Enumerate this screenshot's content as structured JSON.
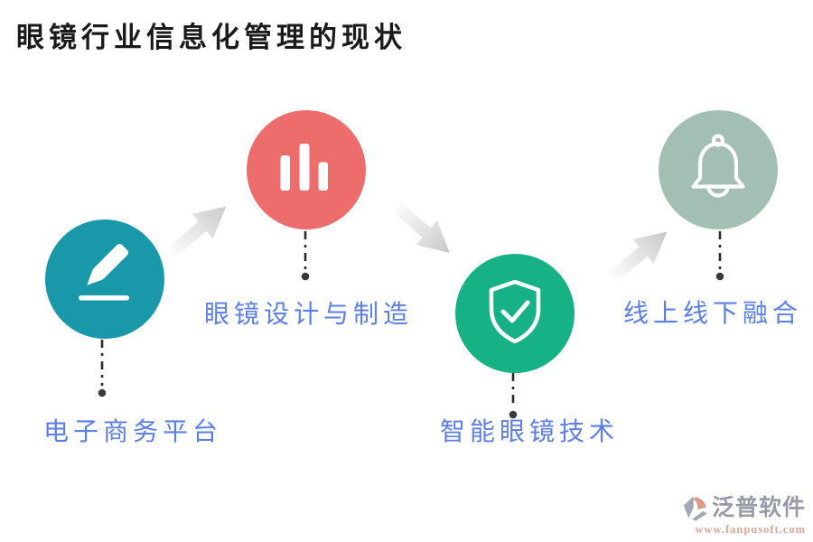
{
  "title": "眼镜行业信息化管理的现状",
  "colors": {
    "title_text": "#1a1a1a",
    "label_blue": "#5b7fe6",
    "node_teal": "#1898a8",
    "node_coral": "#ec6d6c",
    "node_green": "#16b286",
    "node_sage": "#a3bfb4",
    "arrow_gray": "#c7c7c7",
    "connector_dark": "#2b2b2b",
    "dot_dark": "#3a3a3a",
    "watermark_text": "#8e939f",
    "watermark_salmon": "#d6937c",
    "watermark_gray": "#99a1ad",
    "watermark_url": "#db9e8d"
  },
  "steps": [
    {
      "label": "电子商务平台",
      "icon": "pencil-edit-icon",
      "color": "#1898a8"
    },
    {
      "label": "眼镜设计与制造",
      "icon": "bar-chart-icon",
      "color": "#ec6d6c"
    },
    {
      "label": "智能眼镜技术",
      "icon": "shield-check-icon",
      "color": "#16b286"
    },
    {
      "label": "线上线下融合",
      "icon": "bell-icon",
      "color": "#a3bfb4"
    }
  ],
  "watermark": {
    "brand": "泛普软件",
    "url": "www.fanpusoft.com"
  }
}
